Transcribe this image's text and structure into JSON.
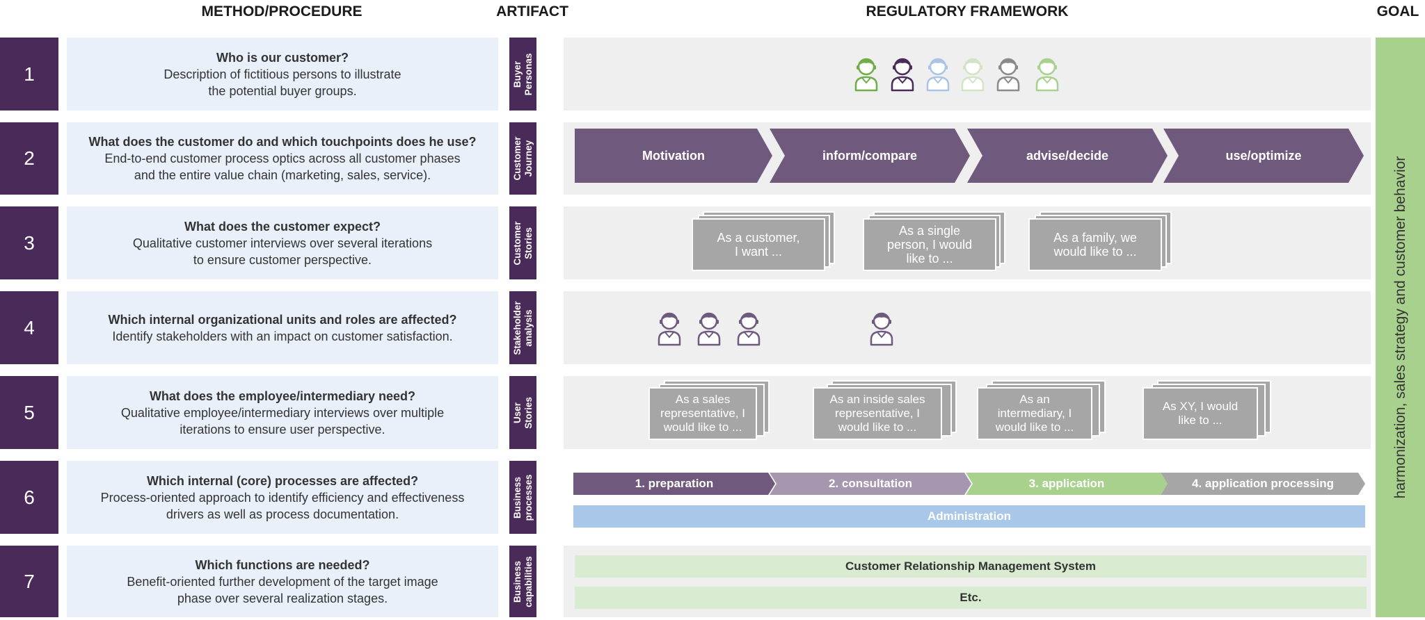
{
  "headers": {
    "method": "METHOD/PROCEDURE",
    "artifact": "ARTIFACT",
    "framework": "REGULATORY FRAMEWORK",
    "goal": "GOAL"
  },
  "rows": [
    {
      "number": "1",
      "question": "Who is our customer?",
      "description": "Description of fictitious persons to illustrate\nthe potential buyer groups.",
      "artifact": "Buyer\nPersonas"
    },
    {
      "number": "2",
      "question": "What does the customer do and which touchpoints does he use?",
      "description": "End-to-end customer process optics across all customer phases\nand the entire value chain (marketing, sales, service).",
      "artifact": "Customer\nJourney"
    },
    {
      "number": "3",
      "question": "What does the customer expect?",
      "description": "Qualitative customer interviews over several iterations\nto ensure customer perspective.",
      "artifact": "Customer\nStories"
    },
    {
      "number": "4",
      "question": "Which internal organizational units and roles are affected?",
      "description": "Identify stakeholders with an impact on customer satisfaction.",
      "artifact": "Stakeholder\nanalysis"
    },
    {
      "number": "5",
      "question": "What does the employee/intermediary need?",
      "description": "Qualitative employee/intermediary interviews over multiple\niterations to ensure user perspective.",
      "artifact": "User Stories"
    },
    {
      "number": "6",
      "question": "Which internal (core) processes are affected?",
      "description": "Process-oriented approach to identify efficiency and effectiveness\ndrivers as well as process documentation.",
      "artifact": "Business\nprocesses"
    },
    {
      "number": "7",
      "question": "Which functions are needed?",
      "description": "Benefit-oriented further development of the target image\nphase over several realization stages.",
      "artifact": "Business\ncapabilities"
    }
  ],
  "personas": [
    {
      "icon": "person-icon",
      "color": "#70ad47"
    },
    {
      "icon": "person-icon",
      "color": "#4a2a58"
    },
    {
      "icon": "person-icon",
      "color": "#a9c4e4"
    },
    {
      "icon": "person-icon",
      "color": "#d3e4c6"
    },
    {
      "icon": "person-icon",
      "color": "#8a8a8a"
    },
    {
      "icon": "person-icon",
      "color": "#a9d18e"
    }
  ],
  "journey": [
    "Motivation",
    "inform/compare",
    "advise/decide",
    "use/optimize"
  ],
  "journey_color": "#6f5a7e",
  "customer_stories": [
    "As a customer,\nI want ...",
    "As a single\nperson, I would\nlike to ...",
    "As a family, we\nwould like to ..."
  ],
  "stakeholders": [
    {
      "icon": "person-icon",
      "color": "#6f5a7e"
    },
    {
      "icon": "person-icon",
      "color": "#6f5a7e"
    },
    {
      "icon": "person-icon",
      "color": "#6f5a7e"
    },
    {
      "icon": "person-icon",
      "color": "#6f5a7e"
    }
  ],
  "user_stories": [
    "As a sales\nrepresentative, I\nwould like to ...",
    "As an inside sales\nrepresentative, I\nwould like to ...",
    "As an\nintermediary, I\nwould like to ...",
    "As XY, I would\nlike to ..."
  ],
  "process_steps": [
    {
      "label": "1. preparation",
      "color": "#6f5a7e"
    },
    {
      "label": "2. consultation",
      "color": "#a597ae"
    },
    {
      "label": "3. application",
      "color": "#a9d18e"
    },
    {
      "label": "4. application processing",
      "color": "#a6a6a6"
    }
  ],
  "administration": {
    "label": "Administration",
    "color": "#a9c7e8"
  },
  "capabilities": [
    "Customer Relationship Management System",
    "Etc."
  ],
  "capability_color": "#d9ebd0",
  "goal_text": "harmonization, sales strategy and customer behavior",
  "colors": {
    "accent": "#4a2a58",
    "method_bg": "#e9f0f9",
    "frame_bg": "#efefef",
    "goal_bg": "#a9d18e",
    "card_bg": "#a6a6a6"
  }
}
